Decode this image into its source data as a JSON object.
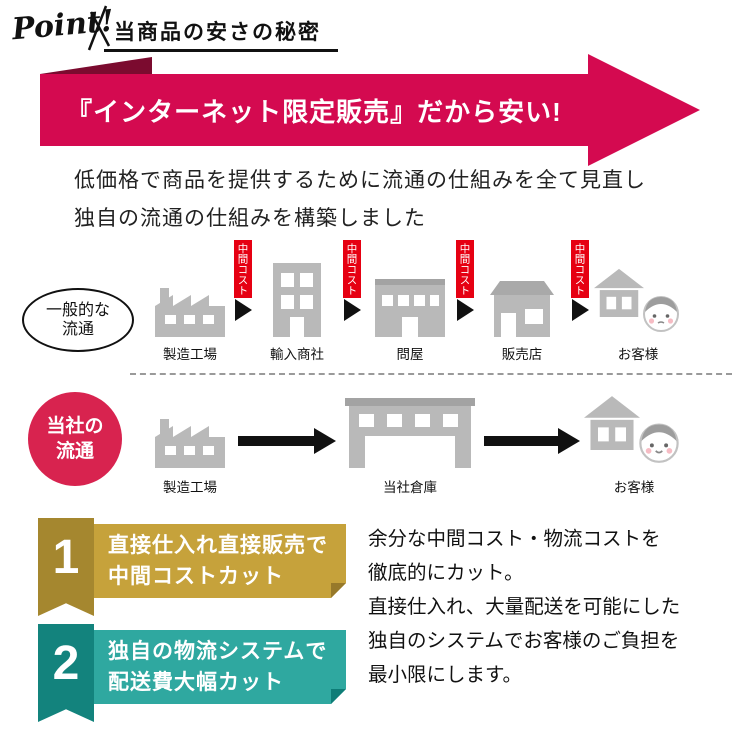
{
  "header": {
    "point": "Point!",
    "title": "当商品の安さの秘密"
  },
  "hero_arrow": {
    "text": "『インターネット限定販売』だから安い!"
  },
  "intro": {
    "line1": "低価格で商品を提供するために流通の仕組みを全て見直し",
    "line2": "独自の流通の仕組みを構築しました"
  },
  "general_flow": {
    "badge_line1": "一般的な",
    "badge_line2": "流通",
    "cost_label": "中間コスト",
    "steps": [
      "製造工場",
      "輸入商社",
      "問屋",
      "販売店",
      "お客様"
    ]
  },
  "our_flow": {
    "badge_line1": "当社の",
    "badge_line2": "流通",
    "steps": [
      "製造工場",
      "当社倉庫",
      "お客様"
    ]
  },
  "points": [
    {
      "number": "1",
      "line1": "直接仕入れ直接販売で",
      "line2": "中間コストカット"
    },
    {
      "number": "2",
      "line1": "独自の物流システムで",
      "line2": "配送費大幅カット"
    }
  ],
  "description": {
    "line1": "余分な中間コスト・物流コストを",
    "line2": "徹底的にカット。",
    "line3": "直接仕入れ、大量配送を可能にした",
    "line4": "独自のシステムでお客様のご負担を",
    "line5": "最小限にします。"
  },
  "colors": {
    "accent_red": "#d40a50",
    "accent_red_dark": "#7b0b2f",
    "cost_red": "#e60012",
    "gold": "#c6a23b",
    "gold_dark": "#a5872f",
    "teal": "#2fa8a0",
    "teal_dark": "#13837d",
    "icon_gray": "#b9b9b9"
  }
}
